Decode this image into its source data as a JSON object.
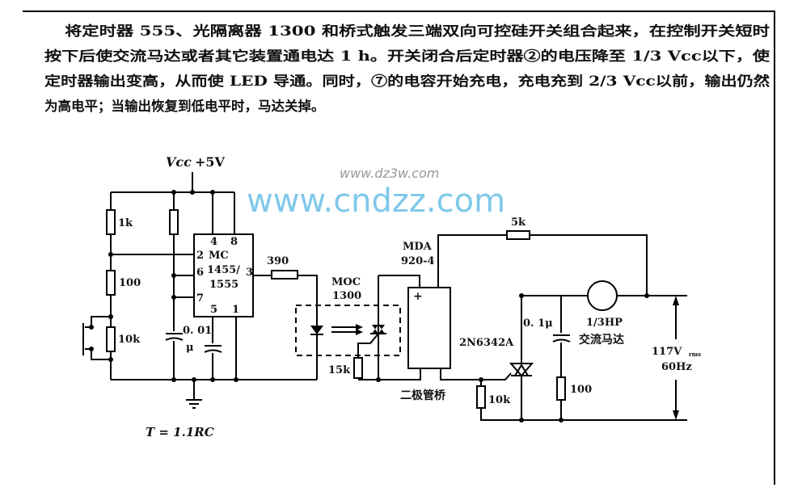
{
  "paragraph": {
    "lines": [
      "将定时器 555、光隔离器 1300 和桥式触发三端双向可控硅开关组合起来，在控制开关短时",
      "按下后使交流马达或者其它装置通电达 1 h。开关闭合后定时器②的电压降至 1/3 Vcc以下，使",
      "定时器输出变高，从而使 LED 导通。同时，⑦的电容开始充电，充电充到 2/3 Vcc以前，输出仍然",
      "为高电平；当输出恢复到低电平时，马达关掉。"
    ]
  },
  "circuit": {
    "vcc_label": "Vcc",
    "supply": "+5V",
    "r_1k": "1k",
    "r_100_left": "100",
    "r_10k_left": "10k",
    "cap_left_value": "0. 01",
    "cap_left_unit": "μ",
    "ic": {
      "name_line1": "MC",
      "name_line2": "1455/",
      "name_line3": "1555",
      "pin4": "4",
      "pin8": "8",
      "pin2": "2",
      "pin6": "6",
      "pin7": "7",
      "pin3": "3",
      "pin5": "5",
      "pin1": "1"
    },
    "r_390": "390",
    "moc_line1": "MOC",
    "moc_line2": "1300",
    "r_15k": "15k",
    "formula": "T = 1.1RC",
    "bridge_line1": "MDA",
    "bridge_line2": "920-4",
    "bridge_plus": "+",
    "bridge_label": "二极管桥",
    "r_5k": "5k",
    "triac": "2N6342A",
    "cap_right": "0. 1μ",
    "r_10k_right": "10k",
    "r_100_right": "100",
    "motor_line1": "1/3HP",
    "motor_line2": "交流马达",
    "mains_line1": "117V",
    "mains_sub": "rms",
    "mains_line2": "60Hz"
  },
  "watermark": {
    "main": "www.cndzz.com",
    "small": "www.dz3w.com",
    "color": "#7fc8ea"
  }
}
